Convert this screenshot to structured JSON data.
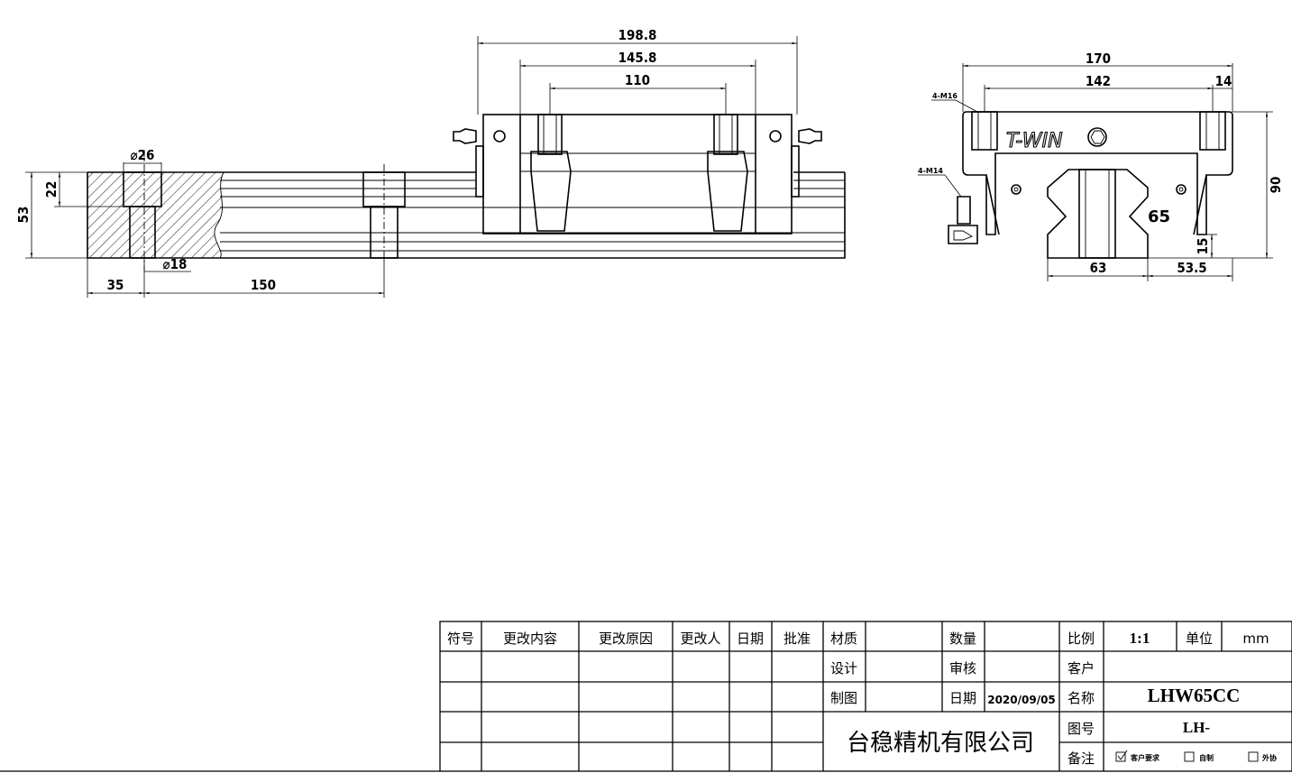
{
  "dimensions": {
    "total_length": "198.8",
    "body_length": "145.8",
    "bolt_pitch": "110",
    "counterbore_dia": "⌀26",
    "rail_height": "53",
    "counterbore_depth": "22",
    "bolt_hole_dia": "⌀18",
    "hole_offset": "35",
    "hole_pitch": "150",
    "block_width": "170",
    "thread_pitch": "142",
    "edge_offset": "14",
    "thread_top": "4-M16",
    "thread_side": "4-M14",
    "overall_height": "90",
    "rail_width": "63",
    "block_half": "53.5",
    "base_height": "15"
  },
  "part": {
    "logo_text": "T-WIN",
    "size_mark": "65"
  },
  "title_block": {
    "headers": {
      "symbol": "符号",
      "change_content": "更改内容",
      "change_reason": "更改原因",
      "changer": "更改人",
      "date": "日期",
      "approve": "批准"
    },
    "material_label": "材质",
    "design_label": "设计",
    "drawing_label": "制图",
    "quantity_label": "数量",
    "review_label": "审核",
    "date_label": "日期",
    "date_value": "2020/09/05",
    "company": "台稳精机有限公司",
    "scale_label": "比例",
    "scale_value": "1:1",
    "unit_label": "单位",
    "unit_value": "mm",
    "customer_label": "客户",
    "name_label": "名称",
    "name_value": "LHW65CC",
    "drawing_no_label": "图号",
    "drawing_no_value": "LH-",
    "remarks_label": "备注",
    "remark_options": [
      {
        "label": "客户要求",
        "checked": true
      },
      {
        "label": "自制",
        "checked": false
      },
      {
        "label": "外协",
        "checked": false
      }
    ]
  }
}
